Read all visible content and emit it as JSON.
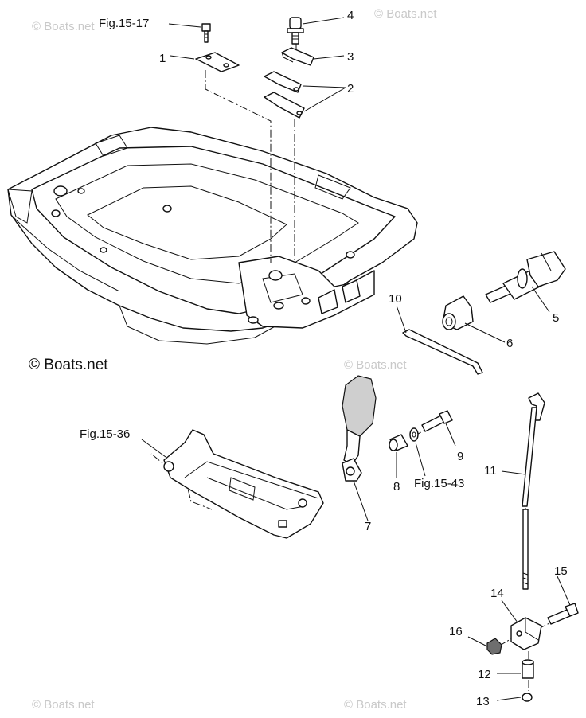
{
  "callouts": {
    "c1": "1",
    "c2": "2",
    "c3": "3",
    "c4": "4",
    "c5": "5",
    "c6": "6",
    "c7": "7",
    "c8": "8",
    "c9": "9",
    "c10": "10",
    "c11": "11",
    "c12": "12",
    "c13": "13",
    "c14": "14",
    "c15": "15",
    "c16": "16"
  },
  "figure_refs": {
    "fig_15_17": "Fig.15-17",
    "fig_15_36": "Fig.15-36",
    "fig_15_43": "Fig.15-43"
  },
  "copyright": "© Boats.net",
  "watermark": "© Boats.net",
  "colors": {
    "line": "#111111",
    "watermark": "#c9c9c9",
    "shade": "#cfcfcf"
  }
}
